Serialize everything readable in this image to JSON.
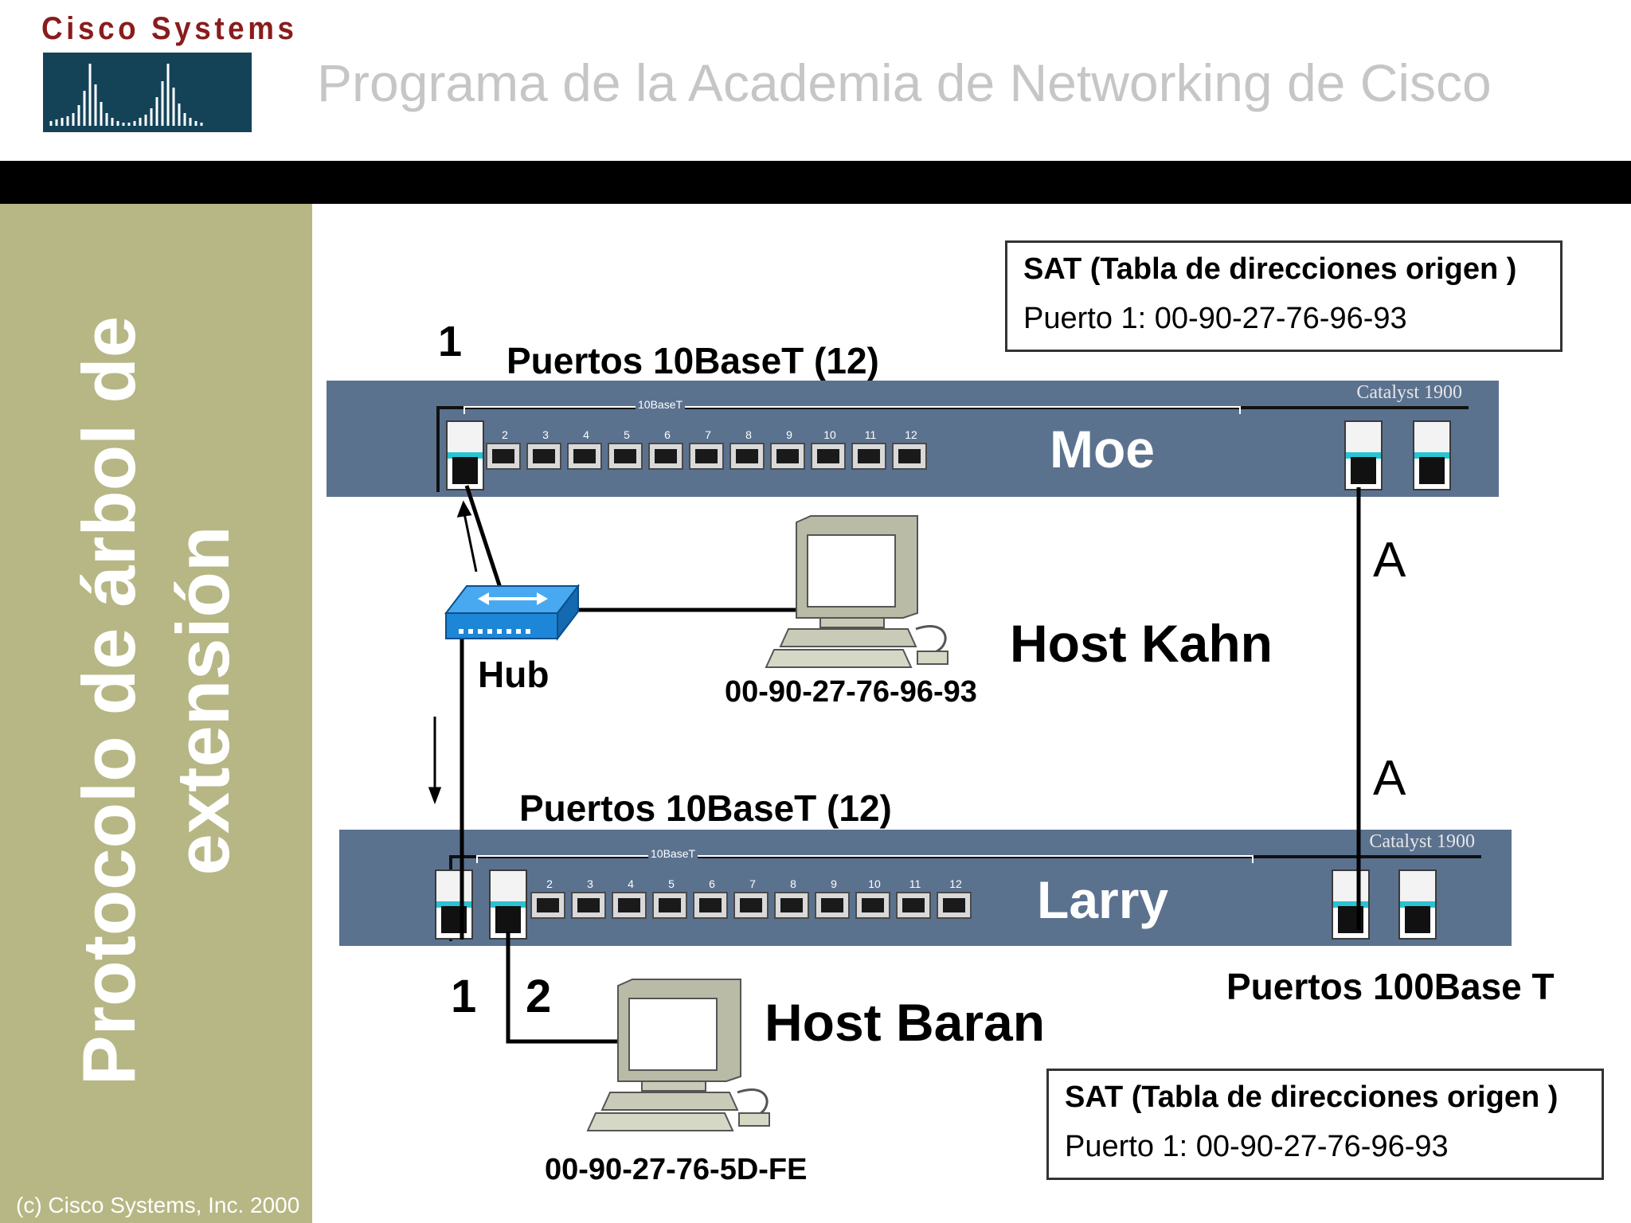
{
  "header": {
    "logo_text": "Cisco Systems",
    "title": "Programa de la Academia de Networking de Cisco"
  },
  "sidebar": {
    "title_line1": "Protocolo de árbol de",
    "title_line2": "extensión",
    "copyright": "(c) Cisco Systems, Inc. 2000"
  },
  "sat_top": {
    "title": "SAT (Tabla de direcciones origen )",
    "entry": "Puerto 1: 00-90-27-76-96-93"
  },
  "sat_bottom": {
    "title": "SAT (Tabla de direcciones origen )",
    "entry": "Puerto 1: 00-90-27-76-96-93"
  },
  "switch_moe": {
    "name": "Moe",
    "model": "Catalyst 1900",
    "port_group_label": "10BaseT",
    "ports_label": "Puertos 10BaseT (12)",
    "port_number_label": "1"
  },
  "switch_larry": {
    "name": "Larry",
    "model": "Catalyst 1900",
    "port_group_label": "10BaseT",
    "ports_label": "Puertos 10BaseT (12)",
    "port_label_1": "1",
    "port_label_2": "2",
    "fast_ports_label": "Puertos 100Base T"
  },
  "port_numbers": [
    "2",
    "3",
    "4",
    "5",
    "6",
    "7",
    "8",
    "9",
    "10",
    "11",
    "12"
  ],
  "hub": {
    "label": "Hub"
  },
  "host_kahn": {
    "name": "Host Kahn",
    "mac": "00-90-27-76-96-93"
  },
  "host_baran": {
    "name": "Host Baran",
    "mac": "00-90-27-76-5D-FE"
  },
  "link_labels": {
    "top": "A",
    "bottom": "A"
  },
  "colors": {
    "switch_body": "#5b728f",
    "sidebar": "#b6b784",
    "hub": "#1e86d6",
    "port_highlight": "#2bc3d2",
    "logo_red": "#8a1c1c",
    "logo_box": "#144358"
  }
}
